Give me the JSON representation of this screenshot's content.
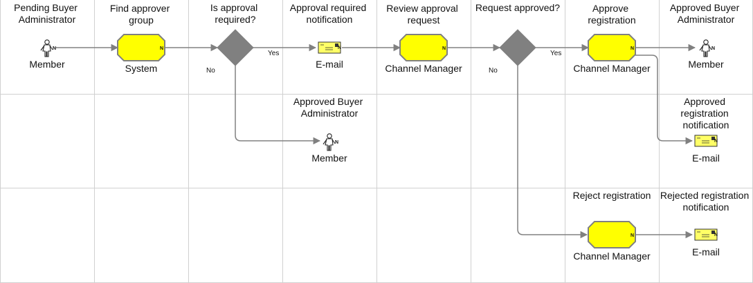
{
  "diagram": {
    "column_headers": [
      [
        "Pending Buyer",
        "Administrator"
      ],
      [
        "Find approver",
        "group"
      ],
      [
        "Is approval",
        "required?"
      ],
      [
        "Approval required",
        "notification"
      ],
      [
        "Review approval",
        "request"
      ],
      [
        "Request approved?"
      ],
      [
        "Approve",
        "registration"
      ],
      [
        "Approved Buyer",
        "Administrator"
      ]
    ],
    "row2_headers": [
      [
        "Approved Buyer",
        "Administrator"
      ],
      [
        "Approved",
        "registration",
        "notification"
      ]
    ],
    "row3_headers": [
      [
        "Reject registration"
      ],
      [
        "Rejected registration",
        "notification"
      ]
    ],
    "node_labels": {
      "member_start": "Member",
      "system_task": "System",
      "email_approval_required": "E-mail",
      "review_task": "Channel Manager",
      "approve_task": "Channel Manager",
      "member_end_approved": "Member",
      "member_no_approval": "Member",
      "email_approved": "E-mail",
      "reject_task": "Channel Manager",
      "email_rejected": "E-mail"
    },
    "branch_labels": {
      "yes1": "Yes",
      "no1": "No",
      "yes2": "Yes",
      "no2": "No"
    },
    "badge": "N"
  }
}
